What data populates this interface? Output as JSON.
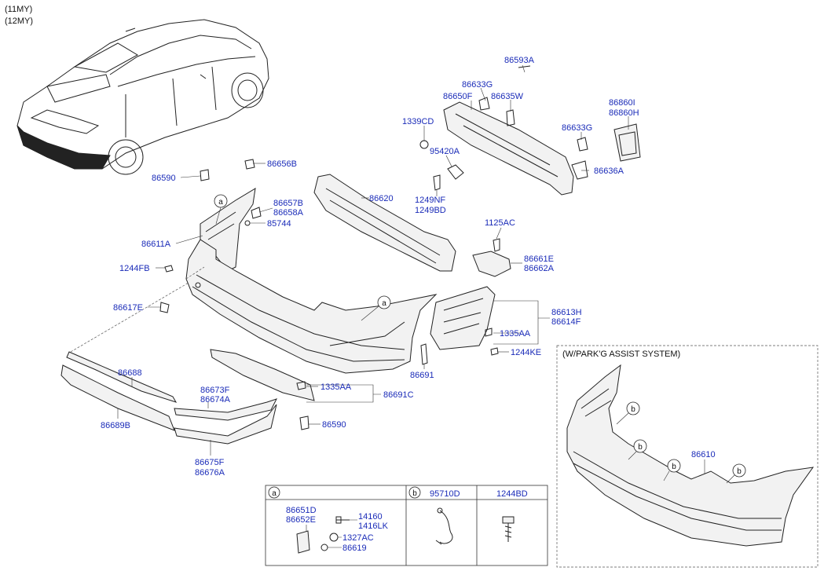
{
  "model_years": [
    "(11MY)",
    "(12MY)"
  ],
  "parts": {
    "p86593A": "86593A",
    "p86633G_a": "86633G",
    "p86650F": "86650F",
    "p86635W": "86635W",
    "p86860I": "86860I",
    "p86860H": "86860H",
    "p1339CD": "1339CD",
    "p86633G_b": "86633G",
    "p95420A": "95420A",
    "p86636A": "86636A",
    "p86656B": "86656B",
    "p86590_a": "86590",
    "p86620": "86620",
    "p1249NF": "1249NF",
    "p1249BD": "1249BD",
    "p86657B": "86657B",
    "p86658A": "86658A",
    "p85744": "85744",
    "p1125AC": "1125AC",
    "p86611A": "86611A",
    "p86661E": "86661E",
    "p86662A": "86662A",
    "p1244FB": "1244FB",
    "p86617E": "86617E",
    "p86613H": "86613H",
    "p86614F": "86614F",
    "p1335AA_a": "1335AA",
    "p1244KE": "1244KE",
    "p86688": "86688",
    "p86691": "86691",
    "p1335AA_b": "1335AA",
    "p86691C": "86691C",
    "p86673F": "86673F",
    "p86674A": "86674A",
    "p86689B": "86689B",
    "p86590_b": "86590",
    "p86675F": "86675F",
    "p86676A": "86676A",
    "p86610": "86610"
  },
  "park_assist_title": "(W/PARK'G ASSIST SYSTEM)",
  "legend": {
    "col_a": "a",
    "col_b": "b",
    "col_c": "1244BD",
    "b_part": "95710D",
    "a_parts": {
      "p86651D": "86651D",
      "p86652E": "86652E",
      "p14160": "14160",
      "p1416LK": "1416LK",
      "p1327AC": "1327AC",
      "p86619": "86619"
    }
  },
  "callouts": {
    "a": "a",
    "b": "b"
  }
}
